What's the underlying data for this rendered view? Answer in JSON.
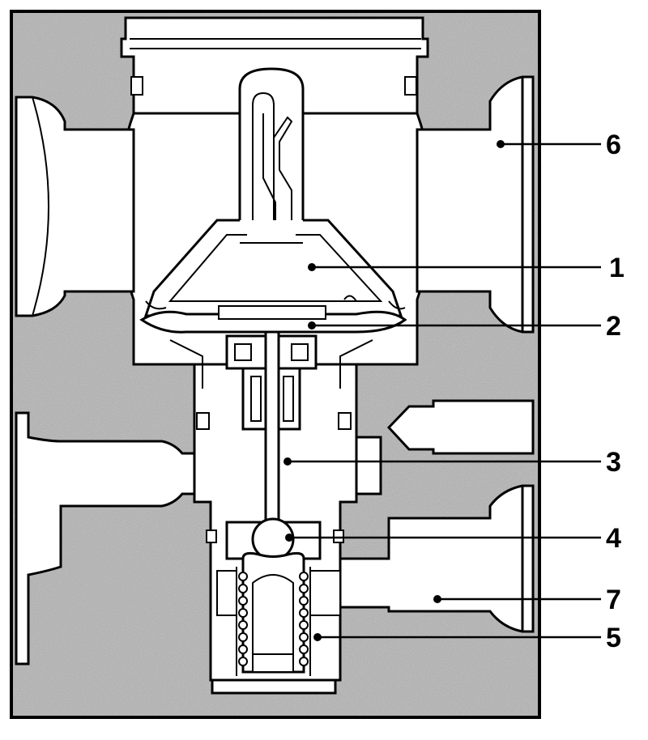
{
  "figure": {
    "colors": {
      "housing": "#a9a9a9",
      "cavity": "#ffffff",
      "line": "#000000"
    }
  },
  "callouts": [
    {
      "label": "6"
    },
    {
      "label": "1"
    },
    {
      "label": "2"
    },
    {
      "label": "3"
    },
    {
      "label": "4"
    },
    {
      "label": "7"
    },
    {
      "label": "5"
    }
  ]
}
